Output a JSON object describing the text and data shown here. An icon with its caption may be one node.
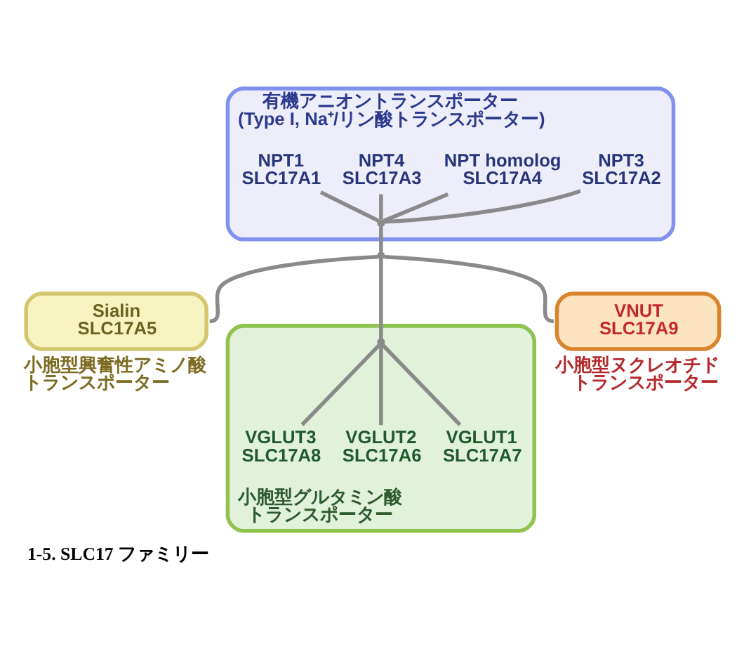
{
  "diagram": {
    "caption": "1-5. SLC17 ファミリー",
    "nodes": [
      {
        "text": [
          "有機アニオントランスポーター",
          "(Type I, Na⁺/リン酸トランスポーター)"
        ]
      },
      {
        "text": [
          "NPT4",
          "SLC17A3"
        ],
        "in": 0
      },
      {
        "text": [
          "NPT1",
          "SLC17A1"
        ],
        "in": 0
      },
      {
        "text": [
          "NPT homolog",
          "SLC17A4"
        ],
        "in": 0
      },
      {
        "text": [
          "NPT3",
          "SLC17A2"
        ],
        "in": 0
      },
      {
        "text": [],
        "shape": "point",
        "in": 0
      },
      {
        "text": [],
        "shape": "point"
      },
      {
        "text": [
          "VNUT",
          "SLC17A9"
        ],
        "beside": [
          "小胞型ヌクレオチドトランスポーター"
        ]
      },
      {
        "text": [
          "Sialin",
          "SLC17A5"
        ],
        "beside": [
          "小胞型興奮性アミノ酸トランスポーター"
        ]
      },
      {
        "text": [
          "小胞型グルタミン酸トランスポーター"
        ]
      },
      {
        "text": [],
        "shape": "point",
        "in": 9
      },
      {
        "text": [
          "VGLUT1",
          "SLC17A7"
        ],
        "in": 9
      },
      {
        "text": [
          "VGLUT3",
          "SLC17A8"
        ],
        "in": 9
      },
      {
        "text": [
          "VGLUT2",
          "SLC17A6"
        ],
        "in": 9
      }
    ],
    "edges": [
      {
        "from": 2,
        "to": 5,
        "arrow": "none"
      },
      {
        "from": 1,
        "to": 5,
        "arrow": "none"
      },
      {
        "from": 3,
        "to": 5,
        "arrow": "none"
      },
      {
        "from": 4,
        "to": 5,
        "arrow": "none"
      },
      {
        "from": 5,
        "to": 6,
        "arrow": "none"
      },
      {
        "from": 6,
        "to": 8,
        "arrow": "none"
      },
      {
        "from": 6,
        "to": 10,
        "arrow": "none"
      },
      {
        "from": 6,
        "to": 7,
        "arrow": "none"
      },
      {
        "from": 10,
        "to": 12,
        "arrow": "none"
      },
      {
        "from": 10,
        "to": 13,
        "arrow": "none"
      },
      {
        "from": 10,
        "to": 11,
        "arrow": "none"
      }
    ]
  }
}
